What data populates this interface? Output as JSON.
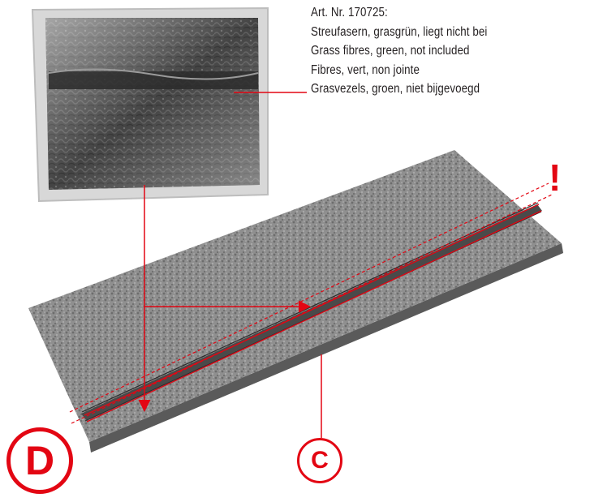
{
  "caption": {
    "article_number": "Art. Nr. 170725:",
    "line_de": "Streufasern, grasgrün, liegt nicht bei",
    "line_en": "Grass fibres, green, not included",
    "line_fr": "Fibres, vert, non jointe",
    "line_nl": "Grasvezels, groen, niet bijgevoegd"
  },
  "markers": {
    "warning": "!",
    "label_c": "C",
    "label_d": "D"
  },
  "colors": {
    "accent_red": "#e30613",
    "text": "#231f20",
    "mat_gray": "#8a8a8a",
    "mat_base": "#5a5a5a"
  }
}
